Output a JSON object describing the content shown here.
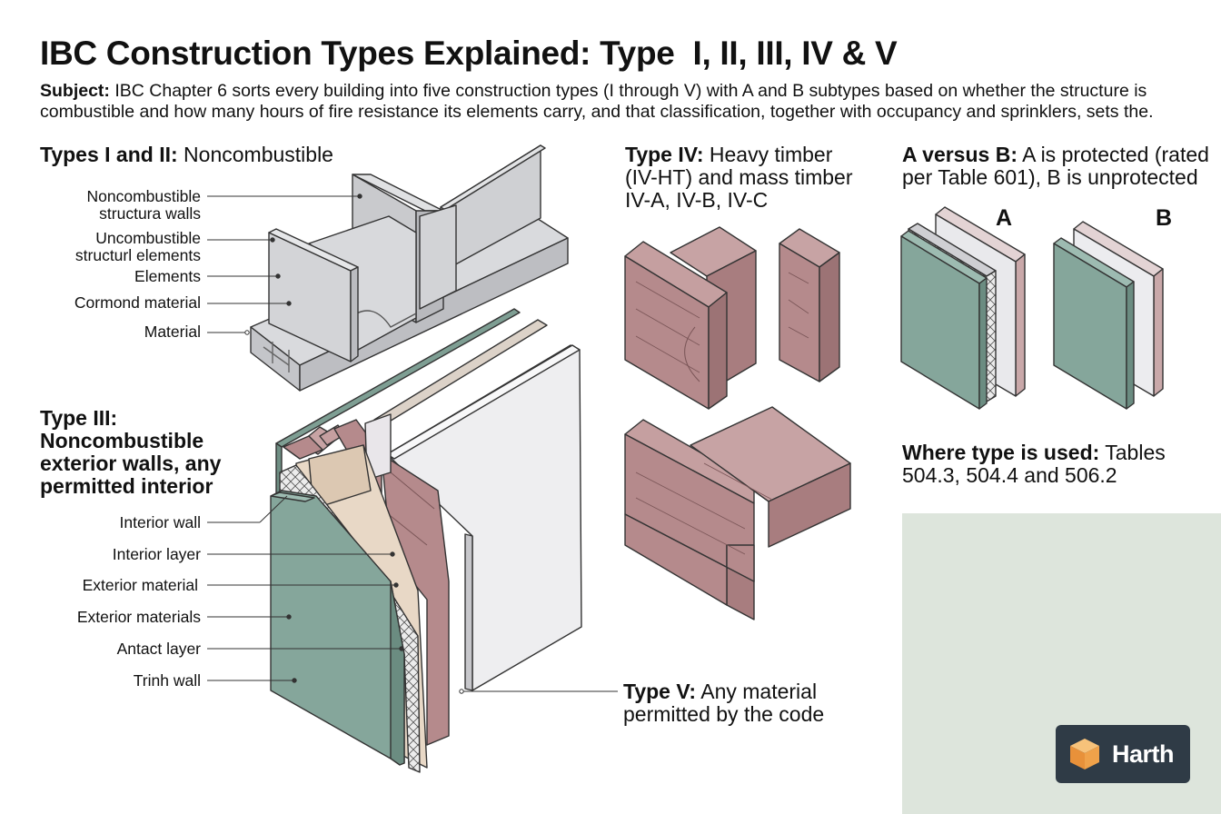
{
  "title": "IBC Construction Types Explained: Type  I, II, III, IV & V",
  "subject": {
    "label": "Subject:",
    "text": " IBC Chapter 6 sorts every building into five construction types (I through V) with A and B subtypes based on whether the structure is combustible and how many hours of fire resistance its elements carry, and that classification, together with occupancy and sprinklers, sets the."
  },
  "sections": {
    "types_1_2": {
      "bold": "Types I and II:",
      "text": " Noncombustible",
      "labels": [
        [
          "Noncombustible",
          "structura walls"
        ],
        [
          "Uncombustible",
          "structurl elements"
        ],
        [
          "Elements"
        ],
        [
          "Cormond material"
        ],
        [
          "Material"
        ]
      ]
    },
    "type_3": {
      "heading_lines": [
        "Type III:",
        "Noncombustible",
        "exterior walls, any",
        "permitted interior"
      ],
      "labels": [
        "Interior wall",
        "Interior layer",
        "Exterior material",
        "Exterior materials",
        "Antact layer",
        "Trinh wall"
      ]
    },
    "type_4": {
      "bold": "Type IV:",
      "lines": [
        " Heavy timber",
        "(IV-HT) and mass timber",
        "IV-A, IV-B, IV-C"
      ]
    },
    "a_vs_b": {
      "bold": "A versus B:",
      "lines": [
        " A is protected (rated",
        "per Table 601), B is unprotected"
      ],
      "letter_a": "A",
      "letter_b": "B"
    },
    "where_used": {
      "bold": "Where type is used:",
      "lines": [
        " Tables",
        "504.3, 504.4 and 506.2"
      ]
    },
    "type_5": {
      "bold": "Type V:",
      "lines": [
        " Any material",
        "permitted by the code"
      ]
    }
  },
  "brand": {
    "name": "Harth",
    "logo_icon": "cube-logo-icon"
  },
  "colors": {
    "steel": "#d5d6d9",
    "steel_dark": "#b9babe",
    "timber": "#b58a8c",
    "timber_light": "#c7a3a4",
    "gypsum_green": "#85a69b",
    "panel_pale": "#dde5dc",
    "brand_bg": "#2f3b46",
    "brand_orange": "#f0a24a"
  }
}
